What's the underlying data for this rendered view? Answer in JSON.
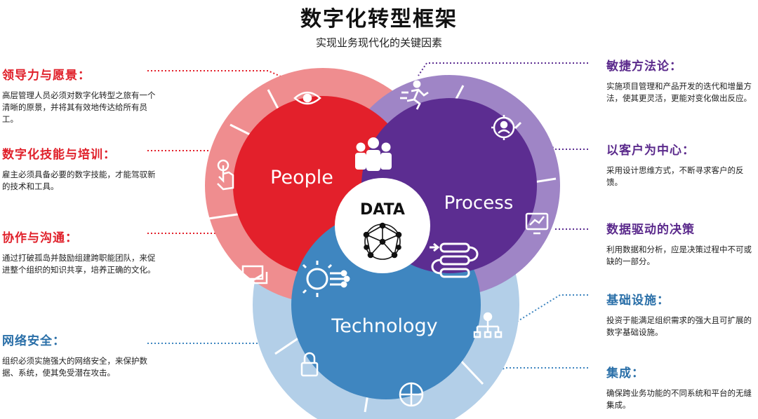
{
  "header": {
    "title": "数字化转型框架",
    "subtitle": "实现业务现代化的关键因素"
  },
  "center": {
    "data_label": "DATA",
    "people_label": "People",
    "process_label": "Process",
    "technology_label": "Technology"
  },
  "colors": {
    "people": "#e3202b",
    "process": "#5c2d91",
    "technology": "#3f86c0",
    "people_ring": "#ef8d8f",
    "process_ring": "#9f85c6",
    "tech_ring": "#b3cfe8"
  },
  "left_items": [
    {
      "title": "领导力与愿景：",
      "desc": "高层管理人员必须对数字化转型之旅有一个清晰的原景，并将其有效地传达给所有员工。",
      "icon": "eye-icon"
    },
    {
      "title": "数字化技能与培训：",
      "desc": "雇主必须具备必要的数字技能，才能驾驭新的技术和工具。",
      "icon": "hand-touch-icon"
    },
    {
      "title": "协作与沟通：",
      "desc": "通过打破孤岛并鼓励组建跨职能团队，来促进整个组织的知识共享，培养正确的文化。",
      "icon": "chat-icon"
    },
    {
      "title": "网络安全：",
      "desc": "组织必须实施强大的网络安全，来保护数据、系统，使其免受潜在攻击。",
      "icon": "lock-icon"
    }
  ],
  "right_items": [
    {
      "title": "敏捷方法论：",
      "desc": "实施项目管理和产品开发的迭代和增量方法，使其更灵活，更能对变化做出反应。",
      "icon": "runner-icon"
    },
    {
      "title": "以客户为中心：",
      "desc": "采用设计思维方式，不断寻求客户的反馈。",
      "icon": "customer-target-icon"
    },
    {
      "title": "数据驱动的决策",
      "desc": "利用数据和分析，应是决策过程中不可或缺的一部分。",
      "icon": "chart-monitor-icon"
    },
    {
      "title": "基础设施：",
      "desc": "投资于能满足组织需求的强大且可扩展的数字基础设施。",
      "icon": "network-icon"
    },
    {
      "title": "集成：",
      "desc": "确保跨业务功能的不同系统和平台的无缝集成。",
      "icon": "puzzle-icon"
    }
  ]
}
